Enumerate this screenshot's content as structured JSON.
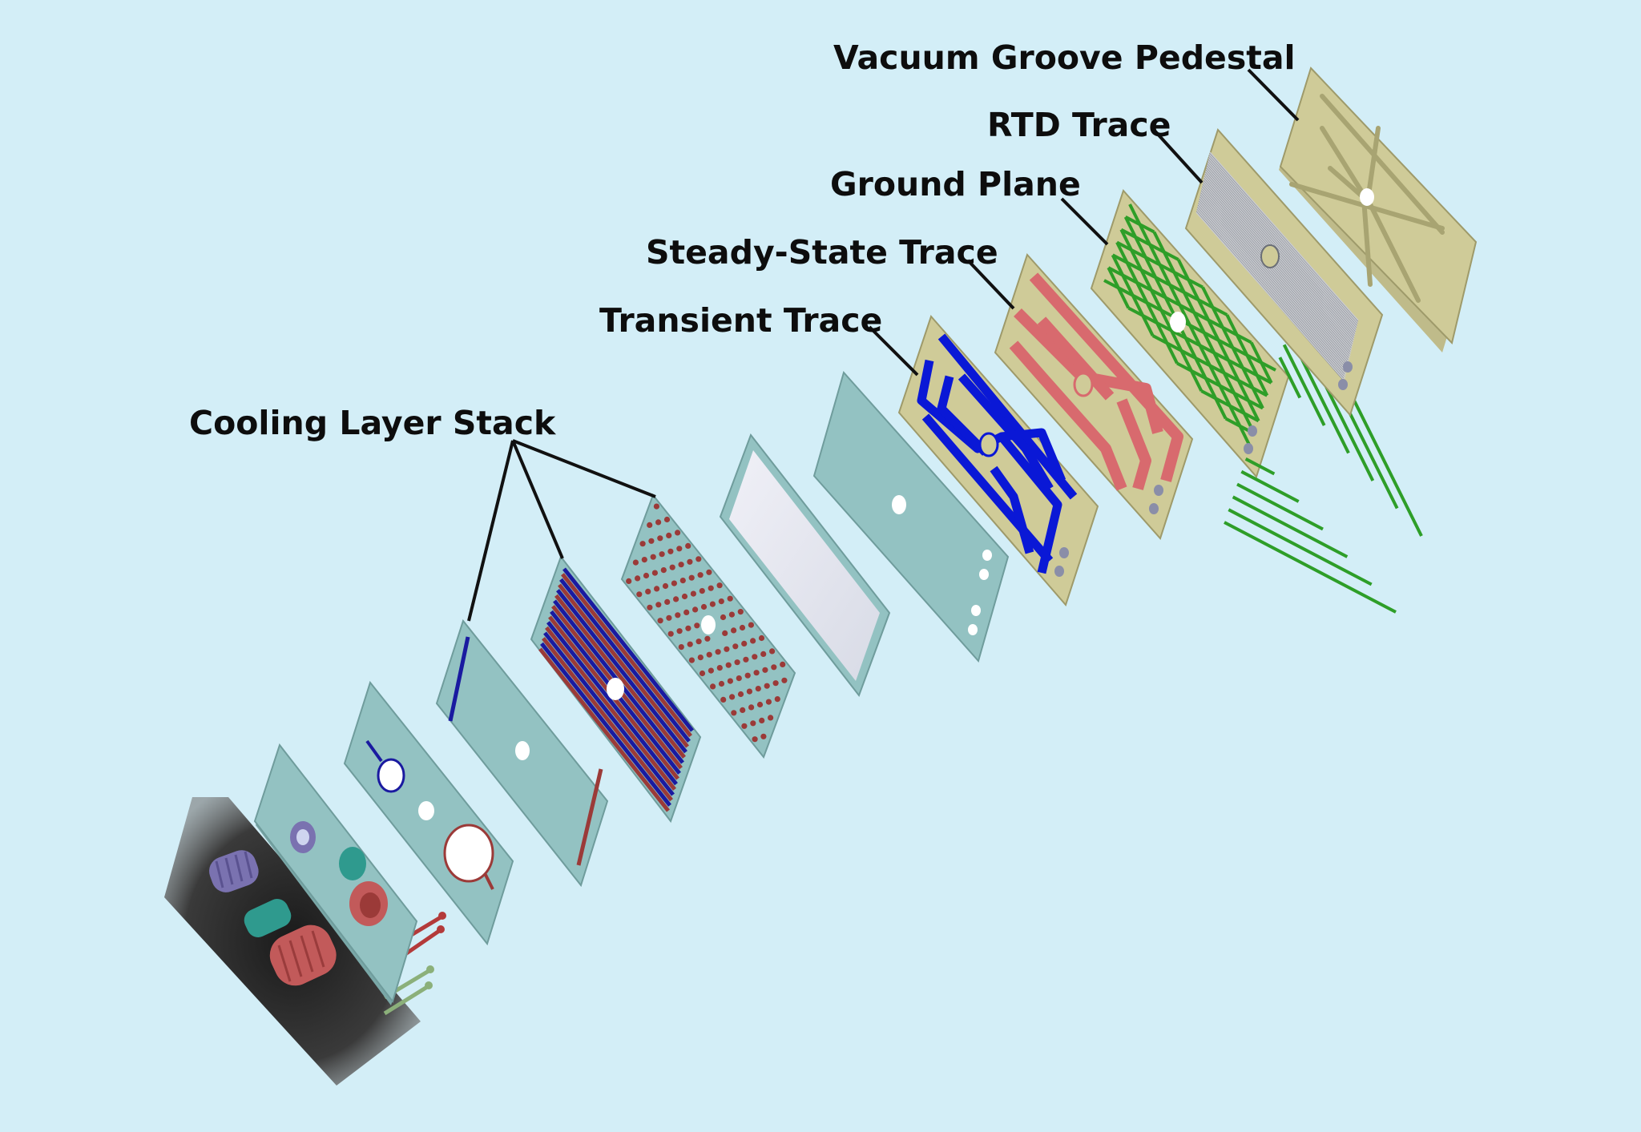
{
  "diagram": {
    "type": "exploded-view",
    "labels": {
      "vacuum_groove_pedestal": "Vacuum Groove Pedestal",
      "rtd_trace": "RTD Trace",
      "ground_plane": "Ground Plane",
      "steady_state_trace": "Steady-State Trace",
      "transient_trace": "Transient Trace",
      "cooling_layer_stack": "Cooling Layer Stack"
    },
    "colors": {
      "background": "#d3eef7",
      "teal_layer": "#93c2c2",
      "tan_layer": "#cfcb98",
      "transient_trace": "#0a18d6",
      "steady_state_trace": "#d86a6e",
      "ground_plane_mesh": "#2e9e28",
      "rtd_trace": "#8a8e96",
      "coolant_hole": "#9b3a38",
      "fitting_purple": "#7a72b0",
      "fitting_teal": "#2f9a8e",
      "fitting_red": "#c25a5a",
      "base_plate": "#3a3a3a"
    }
  }
}
